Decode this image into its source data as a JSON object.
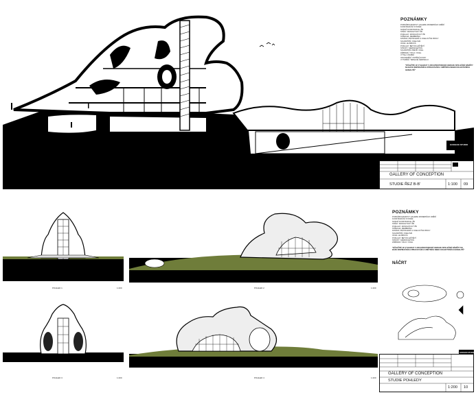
{
  "sheet1": {
    "notes_title": "POZNÁMKY",
    "notes": [
      "POZNÁMKA BUDOVY GALERIE MODERNÍHO UMĚNÍ",
      "KONSTRUKČNÍ SYSTÉM:",
      "NOSNÁ KONSTRUKCE: ŽB",
      "STĚNY: MONOLITICKÝ ŽB",
      "PODLAHY: MONOLITICKÝ ŽB",
      "STŘECHA: MEMBRÁNA",
      "FASÁDA: PROSKLENÁ S OCELOVÝMI PRVKY",
      "SCHODIŠTĚ: OCELOVÉ",
      "OKNA: HLINÍKOVÁ",
      "PODLAHY: BETON LEŠTĚNÝ",
      "STROPY: SÁDROKARTON",
      "SCHODIŠTĚ VNĚJŠÍ: OCEL",
      "ZÁBRADLÍ: SKLO / OCEL",
      "VÝTAH: OSOBNÍ",
      "ODVODNĚNÍ: VNITŘNÍ SVODY",
      "VYTÁPĚNÍ: TEPELNÉ ČERPADLO"
    ],
    "quote": "\"DŮLEŽITÉ JE VYHLEDAT V ARCHITEKTONICKÉ OBRAZE SPOLEČNÉ NÁMĚTY NA BÁZE INSPIRAČNÍCH ZPRACOVÁNÍ A UMĚTNÍCH NEBO KOLEKTIVNÍCH GENIALITĚ\"",
    "logo": "GOOGOO STUDIO",
    "project_name": "GALLERY OF CONCEPTION",
    "drawing_title": "STUDIE ŘEZ B-B'",
    "scale": "1:100",
    "sheet_number": "09"
  },
  "sheet2": {
    "notes_title": "POZNÁMKY",
    "notes": [
      "POZNÁMKA BUDOVY GALERIE MODERNÍHO UMĚNÍ",
      "KONSTRUKČNÍ SYSTÉM:",
      "NOSNÁ KONSTRUKCE: ŽB",
      "STĚNY: MONOLITICKÝ ŽB",
      "PODLAHY: MONOLITICKÝ ŽB",
      "STŘECHA: MEMBRÁNA",
      "FASÁDA: PROSKLENÁ S OCELOVÝMI PRVKY",
      "SCHODIŠTĚ: OCELOVÉ",
      "OKNA: HLINÍKOVÁ",
      "PODLAHY: BETON LEŠTĚNÝ",
      "STROPY: SÁDROKARTON",
      "ZÁBRADLÍ: SKLO / OCEL"
    ],
    "quote": "\"DŮLEŽITÉ JE VYHLEDAT V ARCHITEKTONICKÉ OBRAZE SPOLEČNÉ NÁMĚTY NA BÁZE INSPIRAČNÍCH ZPRACOVÁNÍ A UMĚTNÍCH NEBO KOLEKTIVNÍCH GENIALITĚ\"",
    "sketch_title": "NÁČRT",
    "elevations": [
      {
        "label": "POHLED 1",
        "scale": "1:200"
      },
      {
        "label": "POHLED 2",
        "scale": "1:200"
      },
      {
        "label": "POHLED 3",
        "scale": "1:200"
      },
      {
        "label": "POHLED 4",
        "scale": "1:200"
      }
    ],
    "logo": "GOOGOO STUDIO",
    "project_name": "GALLERY OF CONCEPTION",
    "drawing_title": "STUDIE POHLEDY",
    "scale": "1:200",
    "sheet_number": "10"
  },
  "colors": {
    "ink": "#000000",
    "grass": "#6f7d3a",
    "paper": "#ffffff",
    "glass": "#d8d8d8"
  }
}
